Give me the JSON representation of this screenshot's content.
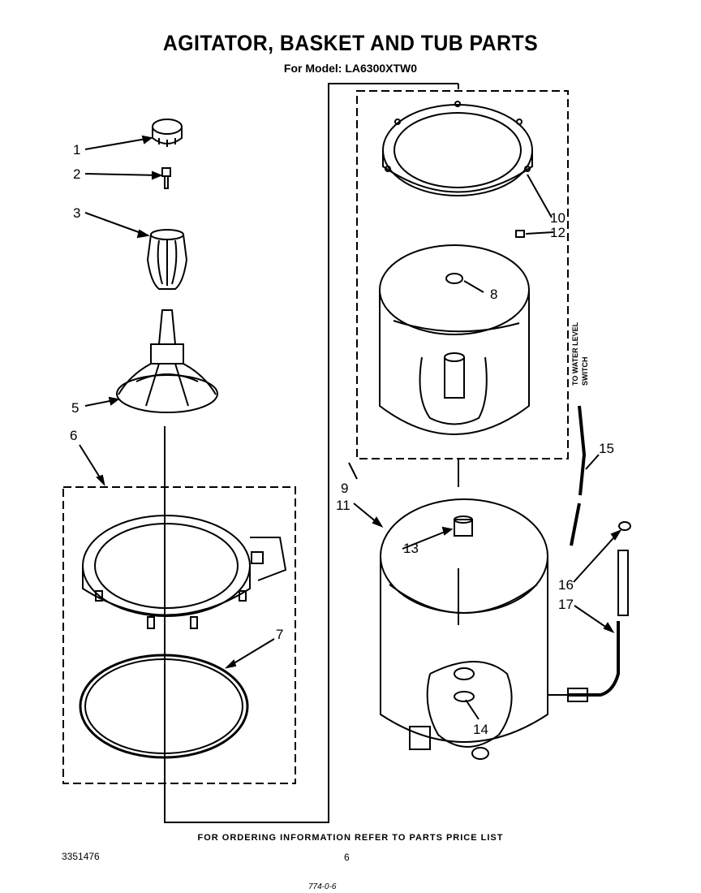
{
  "header": {
    "title": "AGITATOR, BASKET AND TUB PARTS",
    "subtitle": "For Model: LA6300XTW0"
  },
  "callouts": [
    "1",
    "2",
    "3",
    "5",
    "6",
    "7",
    "8",
    "9",
    "10",
    "11",
    "12",
    "13",
    "14",
    "15",
    "16",
    "17"
  ],
  "annotation": {
    "line1": "TO WATER LEVEL",
    "line2": "SWITCH"
  },
  "footer": {
    "note": "FOR ORDERING INFORMATION REFER TO PARTS PRICE LIST",
    "doc_number": "3351476",
    "page_number": "6",
    "code": "774-0-6"
  }
}
